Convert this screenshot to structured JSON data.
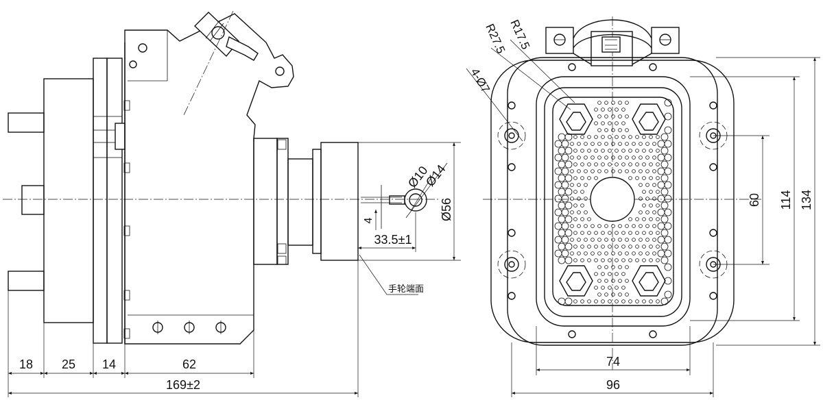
{
  "side_view": {
    "dims_bottom": [
      "18",
      "25",
      "14",
      "62"
    ],
    "overall_length": "169±2",
    "shaft_dim": "33.5±1",
    "step_dim": "4",
    "dia_small": "Ø10",
    "dia_ring": "Ø14",
    "dia_body": "Ø56",
    "leader_note": "手轮端面"
  },
  "front_view": {
    "holes_label": "4-Ø7",
    "radius_large": "R27.5",
    "radius_small": "R17.5",
    "width_inner": "74",
    "width_outer": "96",
    "height_inner": "60",
    "height_mid": "114",
    "height_outer": "134"
  }
}
